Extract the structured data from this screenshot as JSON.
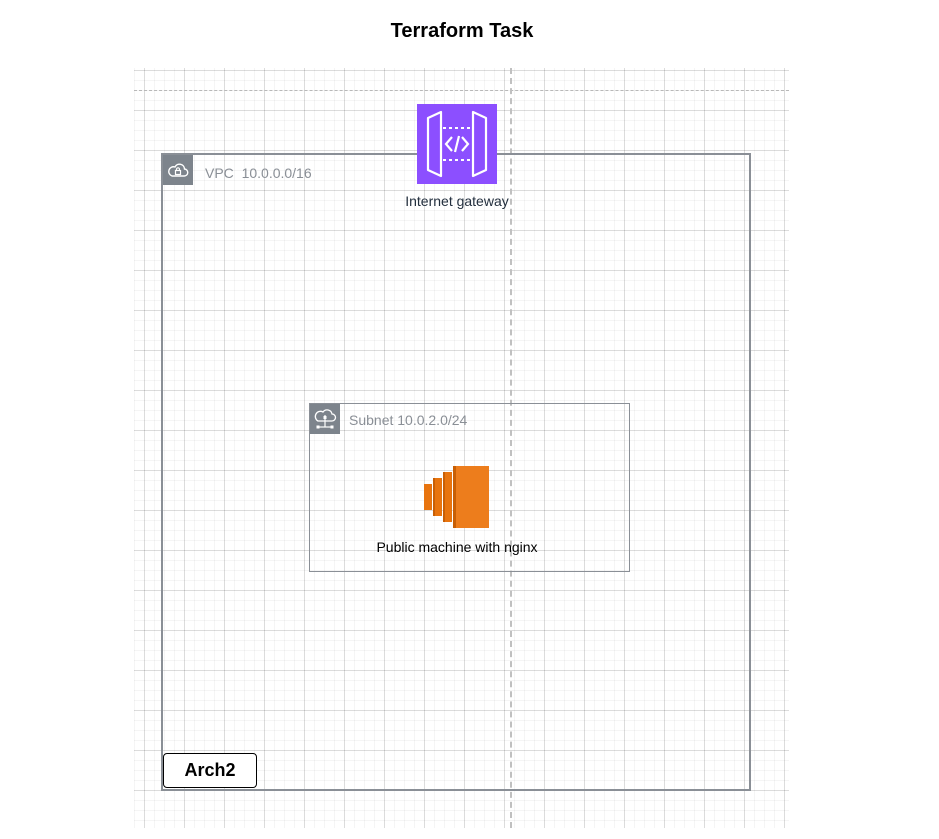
{
  "title": "Terraform Task",
  "vpc": {
    "label": "VPC  10.0.0.0/16",
    "icon": "vpc-cloud-lock-icon"
  },
  "internet_gateway": {
    "label": "Internet gateway",
    "icon": "internet-gateway-icon",
    "color": "#8c4fff"
  },
  "subnet": {
    "label": "Subnet 10.0.2.0/24",
    "icon": "subnet-cloud-icon"
  },
  "ec2": {
    "label": "Public machine with nginx",
    "icon": "ec2-instance-icon",
    "color": "#ed7100"
  },
  "arch_label": "Arch2"
}
